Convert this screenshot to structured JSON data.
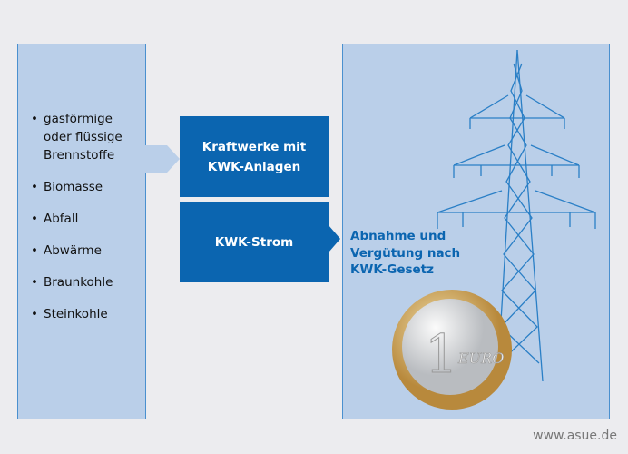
{
  "inputs": [
    "gasförmige oder flüssige Brennstoffe",
    "Biomasse",
    "Abfall",
    "Abwärme",
    "Braunkohle",
    "Steinkohle"
  ],
  "box1": "Kraftwerke mit KWK-Anlagen",
  "box2": "KWK-Strom",
  "output": "Abnahme und Vergütung nach KWK-Gesetz",
  "coin_text": "1 EURO",
  "url": "www.asue.de",
  "colors": {
    "dark_blue": "#0b65b0",
    "light_panel": "#bacfe9",
    "background": "#ececef"
  }
}
